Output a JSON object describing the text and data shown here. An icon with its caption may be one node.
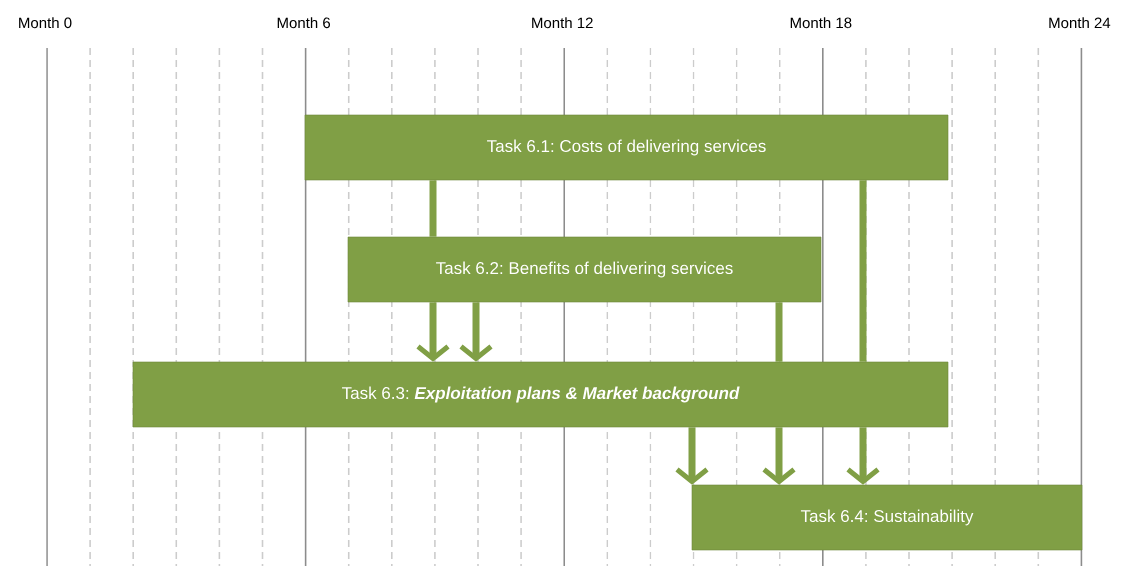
{
  "diagram": {
    "nodes": [
      {
        "text": [
          "Task 6.1: Costs of delivering services"
        ]
      },
      {
        "text": [
          "Task 6.2: Benefits of delivering services"
        ]
      },
      {
        "text": [
          "Task 6.3:",
          "Exploitation plans & Market background"
        ]
      },
      {
        "text": [
          "Task 6.4: Sustainability"
        ]
      }
    ],
    "edges": [
      {
        "from": 0,
        "to": 1,
        "arrow": "none"
      },
      {
        "from": 1,
        "to": 2,
        "arrow": "to"
      },
      {
        "from": 1,
        "to": 2,
        "arrow": "to"
      },
      {
        "from": 1,
        "to": 2,
        "arrow": "none"
      },
      {
        "from": 2,
        "to": 3,
        "arrow": "to"
      },
      {
        "from": 0,
        "to": 2,
        "arrow": "none"
      },
      {
        "from": 2,
        "to": 3,
        "arrow": "to"
      },
      {
        "from": 2,
        "to": 3,
        "arrow": "to"
      }
    ],
    "labels": [
      "Month 0",
      "Month 6",
      "Month 12",
      "Month 18",
      "Month 24"
    ]
  }
}
